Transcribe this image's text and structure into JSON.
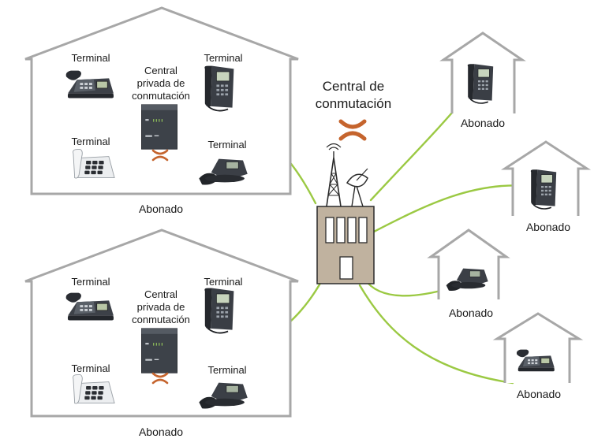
{
  "colors": {
    "wire": "#9bc943",
    "house_outline": "#a7a7a7",
    "building": "#c0b29f",
    "switch_symbol": "#c5642d"
  },
  "central": {
    "title_line1": "Central de",
    "title_line2": "conmutación",
    "switch_icon": "cross-switch-icon",
    "tower_icon": "antenna-tower-icon",
    "dish_icon": "satellite-dish-icon"
  },
  "houses": [
    {
      "label": "Abonado",
      "pbx": {
        "line1": "Central",
        "line2": "privada de",
        "line3": "conmutación"
      },
      "terminals": [
        "Terminal",
        "Terminal",
        "Terminal",
        "Terminal"
      ]
    },
    {
      "label": "Abonado",
      "pbx": {
        "line1": "Central",
        "line2": "privada de",
        "line3": "conmutación"
      },
      "terminals": [
        "Terminal",
        "Terminal",
        "Terminal",
        "Terminal"
      ]
    }
  ],
  "subscribers": [
    "Abonado",
    "Abonado",
    "Abonado",
    "Abonado"
  ]
}
